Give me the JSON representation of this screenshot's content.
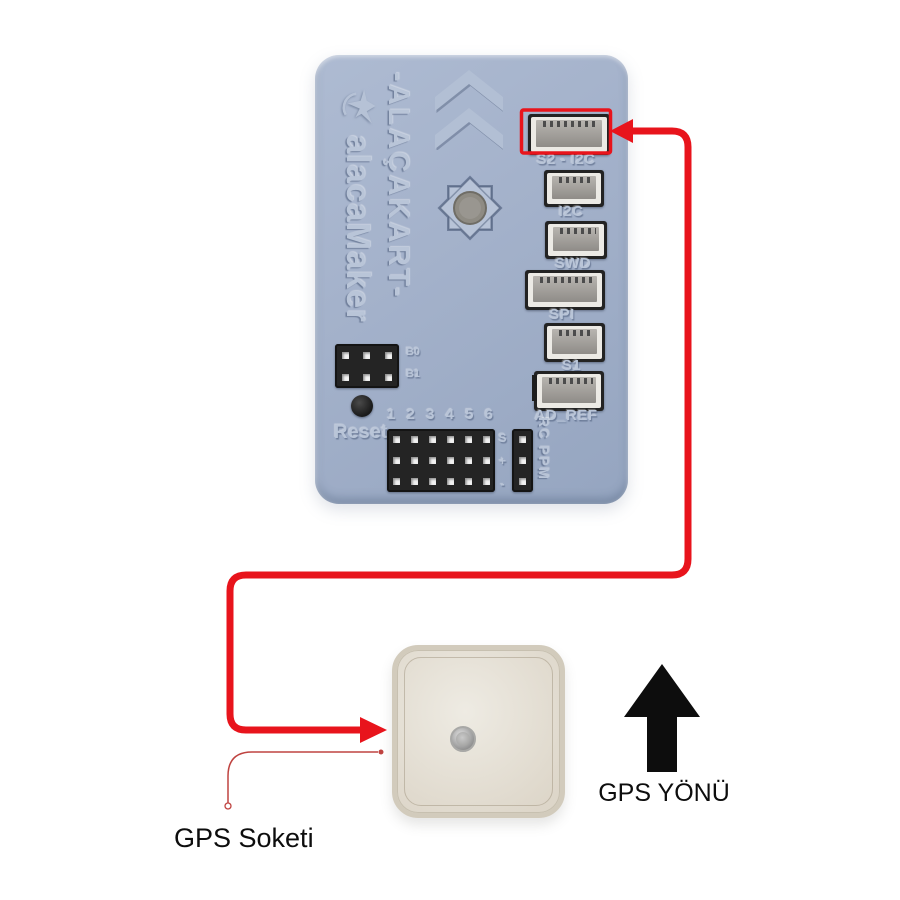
{
  "page": {
    "background": "#ffffff",
    "accent_red": "#e8141c",
    "callout_red": "#bf4340"
  },
  "board": {
    "brand": "alacaMaker",
    "name": "-ALAÇAKART-",
    "color": "#a3b1ca",
    "connectors": [
      {
        "label": "S2 - I2C",
        "pins": 6,
        "highlighted": true
      },
      {
        "label": "I2C",
        "pins": 4,
        "highlighted": false
      },
      {
        "label": "SWD",
        "pins": 4,
        "highlighted": false
      },
      {
        "label": "SPI",
        "pins": 6,
        "highlighted": false
      },
      {
        "label": "S1",
        "pins": 4,
        "highlighted": false
      },
      {
        "label": "AD_REF",
        "pins": 4,
        "highlighted": false
      }
    ],
    "boot_header_labels": [
      "B0",
      "B1"
    ],
    "reset_label": "Reset",
    "pin_numbers": [
      "1",
      "2",
      "3",
      "4",
      "5",
      "6"
    ],
    "ppm_pin_labels": [
      "S",
      "+",
      "-"
    ],
    "ppm_label": "RC PPM"
  },
  "gps_module": {
    "body_color": "#e7e2d7"
  },
  "annotations": {
    "gps_socket_label": "GPS Soketi",
    "gps_direction_label": "GPS YÖNÜ",
    "direction_arrow_color": "#0d0d0d"
  },
  "icons": {
    "bird-logo-icon": "swallow silhouette",
    "chevron-up-icon": "double chevron ^^",
    "star-icon": "8-point star with center hole",
    "up-arrow-icon": "solid upward arrow"
  }
}
